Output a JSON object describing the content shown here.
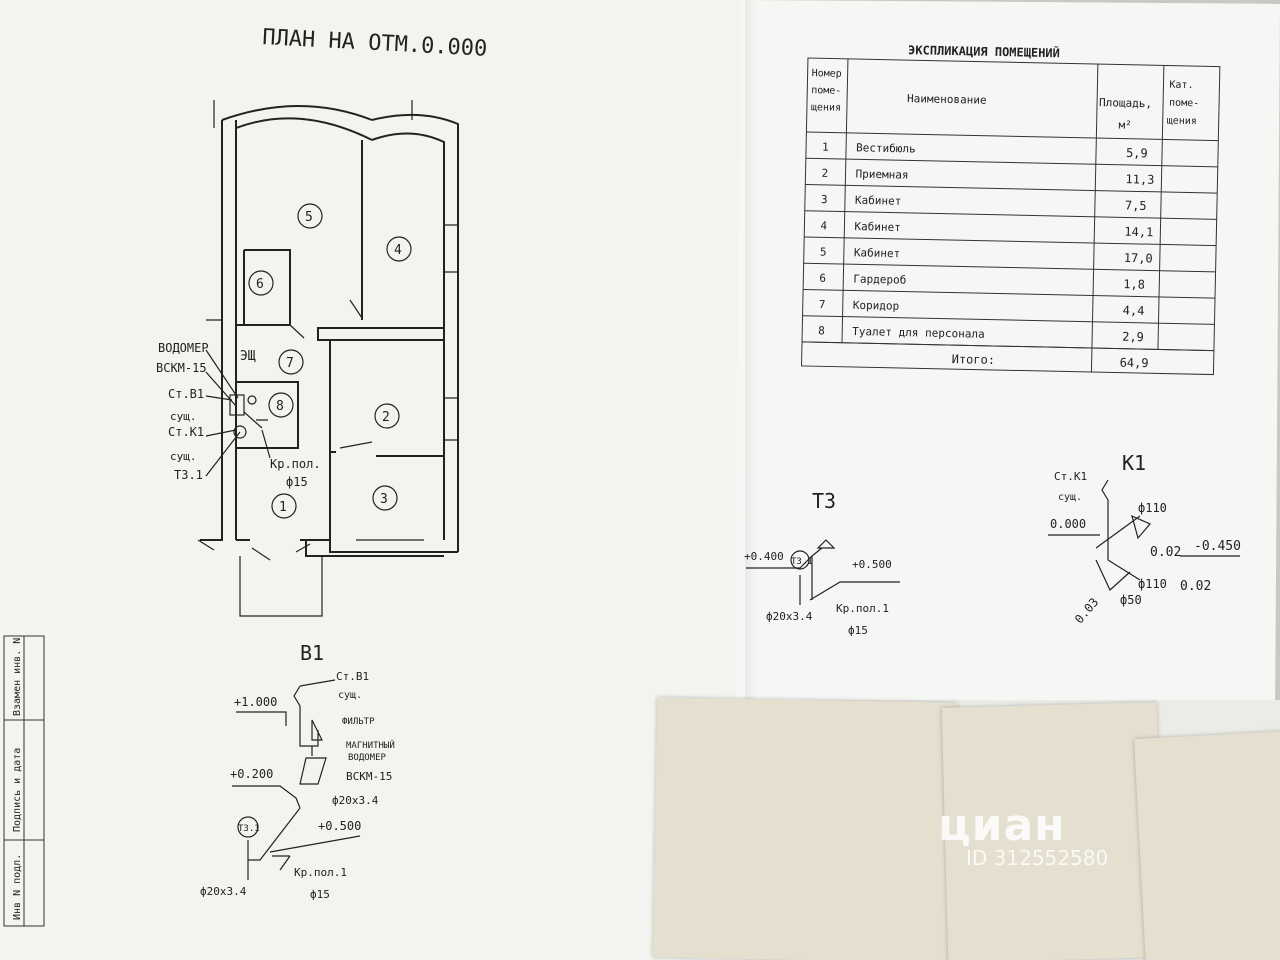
{
  "plan": {
    "title": "ПЛАН НА ОТМ.0.000",
    "rooms": [
      "5",
      "4",
      "6",
      "7",
      "8",
      "2",
      "3",
      "1"
    ],
    "labels": {
      "vodomer": "ВОДОМЕР",
      "vskm": "ВСКМ-15",
      "st_v1": "Ст.В1",
      "sush1": "сущ.",
      "st_k1": "Ст.К1",
      "sush2": "сущ.",
      "t31": "Т3.1",
      "esch": "ЭЩ",
      "kr_pol": "Кр.пол.",
      "phi15": "ф15"
    }
  },
  "explication": {
    "title": "ЭКСПЛИКАЦИЯ ПОМЕЩЕНИЙ",
    "headers": {
      "num": [
        "Номер",
        "поме-",
        "щения"
      ],
      "name": "Наименование",
      "area": [
        "Площадь,",
        "м²"
      ],
      "cat": [
        "Кат.",
        "поме-",
        "щения"
      ]
    },
    "rows": [
      {
        "num": "1",
        "name": "Вестибюль",
        "area": "5,9"
      },
      {
        "num": "2",
        "name": "Приемная",
        "area": "11,3"
      },
      {
        "num": "3",
        "name": "Кабинет",
        "area": "7,5"
      },
      {
        "num": "4",
        "name": "Кабинет",
        "area": "14,1"
      },
      {
        "num": "5",
        "name": "Кабинет",
        "area": "17,0"
      },
      {
        "num": "6",
        "name": "Гардероб",
        "area": "1,8"
      },
      {
        "num": "7",
        "name": "Коридор",
        "area": "4,4"
      },
      {
        "num": "8",
        "name": "Туалет для персонала",
        "area": "2,9"
      }
    ],
    "total_label": "Итого:",
    "total_value": "64,9"
  },
  "t3": {
    "title": "Т3",
    "p400": "+0.400",
    "p500": "+0.500",
    "tag": "Т3.1",
    "pipe": "ф20х3.4",
    "kr_pol": "Кр.пол.1",
    "phi15": "ф15"
  },
  "k1": {
    "title": "К1",
    "st": "Ст.К1",
    "sush": "сущ.",
    "phi110a": "ф110",
    "zero": "0.000",
    "slope1": "0.02",
    "minus450": "-0.450",
    "phi110b": "ф110",
    "slope2": "0.02",
    "slope3": "0.03",
    "phi50": "ф50"
  },
  "b1": {
    "title": "В1",
    "st": "Ст.В1",
    "sush": "сущ.",
    "p1000": "+1.000",
    "filter": "ФИЛЬТР",
    "magn": "МАГНИТНЫЙ",
    "vodomer": "ВОДОМЕР",
    "vskm": "ВСКМ-15",
    "p200": "+0.200",
    "pipe1": "ф20х3.4",
    "p500": "+0.500",
    "tag": "Т3.1",
    "pipe2": "ф20х3.4",
    "kr_pol": "Кр.пол.1",
    "phi15": "ф15"
  },
  "stamp": {
    "cells": [
      "Взамен инв. N",
      "Подпись и дата",
      "Инв N подл."
    ]
  },
  "watermark": {
    "brand": "циан",
    "id": "ID 312552580"
  }
}
